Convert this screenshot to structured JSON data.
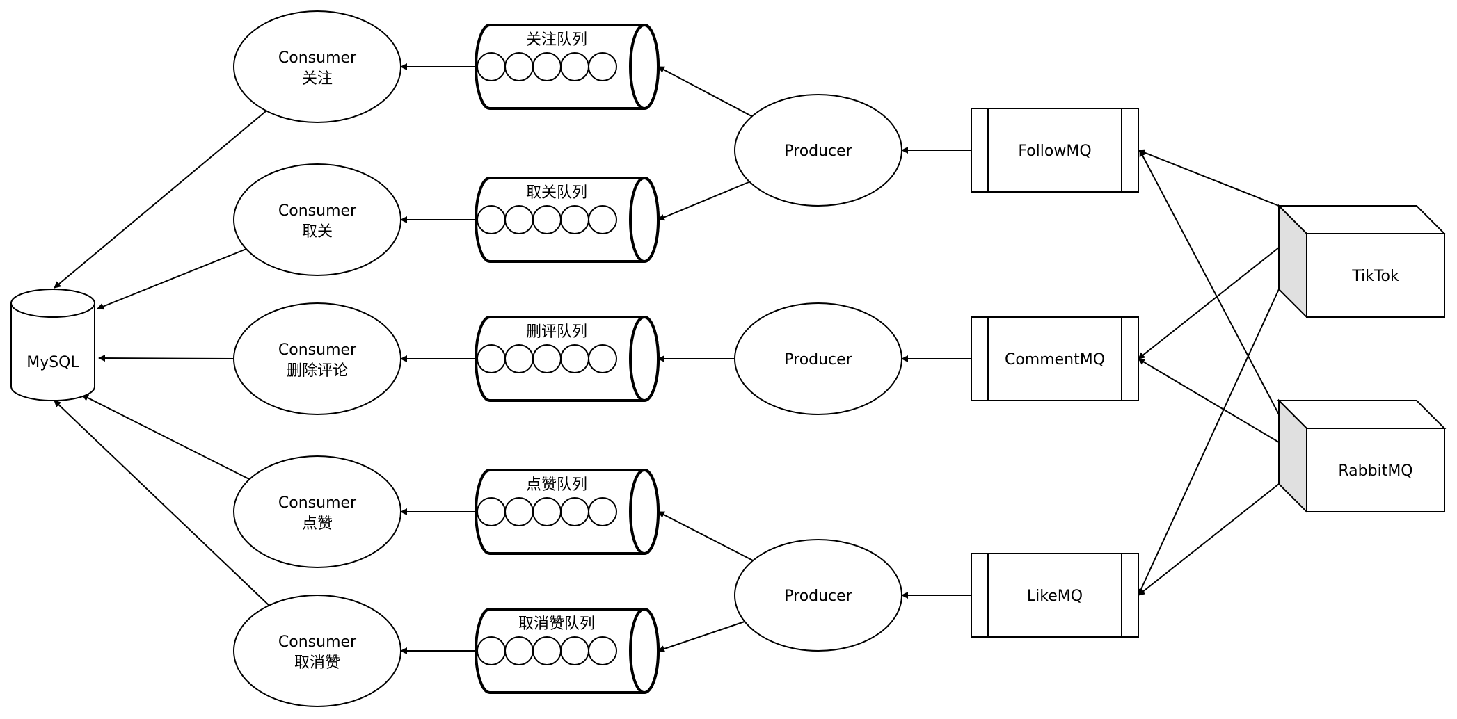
{
  "diagram": {
    "database": {
      "label": "MySQL"
    },
    "consumers": [
      {
        "line1": "Consumer",
        "line2": "关注"
      },
      {
        "line1": "Consumer",
        "line2": "取关"
      },
      {
        "line1": "Consumer",
        "line2": "删除评论"
      },
      {
        "line1": "Consumer",
        "line2": "点赞"
      },
      {
        "line1": "Consumer",
        "line2": "取消赞"
      }
    ],
    "queues": [
      {
        "label": "关注队列"
      },
      {
        "label": "取关队列"
      },
      {
        "label": "删评队列"
      },
      {
        "label": "点赞队列"
      },
      {
        "label": "取消赞队列"
      }
    ],
    "producers": [
      {
        "label": "Producer"
      },
      {
        "label": "Producer"
      },
      {
        "label": "Producer"
      }
    ],
    "mqs": [
      {
        "label": "FollowMQ"
      },
      {
        "label": "CommentMQ"
      },
      {
        "label": "LikeMQ"
      }
    ],
    "nodes": [
      {
        "label": "TikTok"
      },
      {
        "label": "RabbitMQ"
      }
    ]
  }
}
